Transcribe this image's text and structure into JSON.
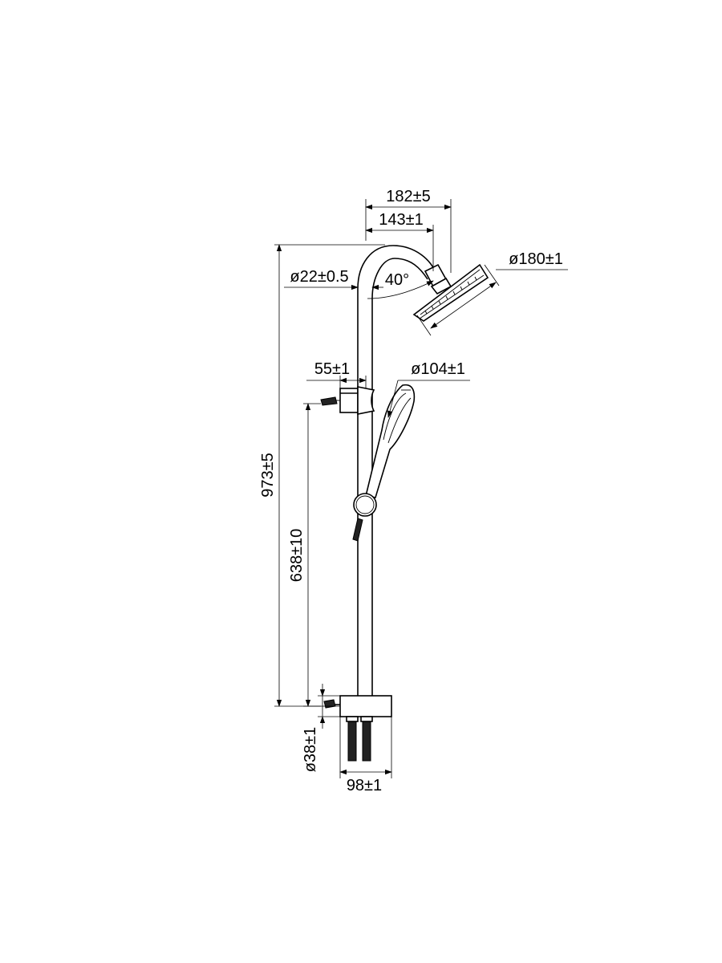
{
  "dimensions": {
    "top_overall_width": "182±5",
    "arm_projection": "143±1",
    "overhead_diameter": "ø180±1",
    "tube_diameter": "ø22±0.5",
    "arm_angle": "40°",
    "holder_offset": "55±1",
    "handshower_diameter": "ø104±1",
    "total_height": "973±5",
    "holder_height": "638±10",
    "base_diameter": "ø38±1",
    "base_width": "98±1"
  }
}
